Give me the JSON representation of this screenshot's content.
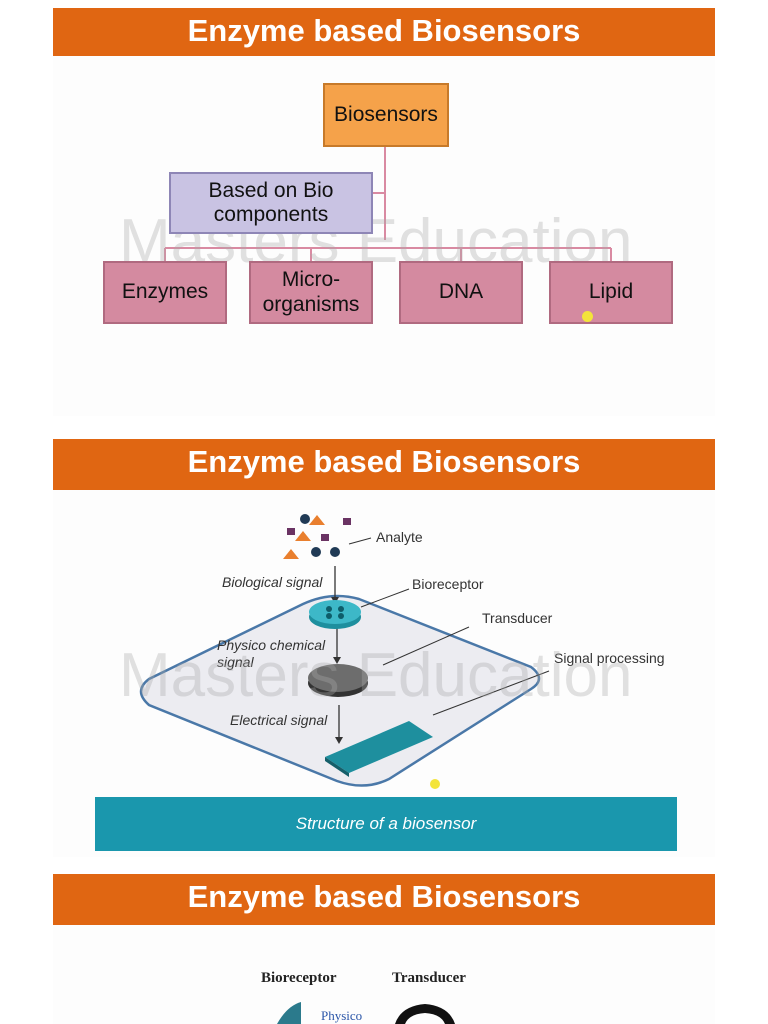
{
  "slides": [
    {
      "title": "Enzyme based Biosensors",
      "root": "Biosensors",
      "branch": "Based on Bio components",
      "leaves": [
        "Enzymes",
        "Micro-organisms",
        "DNA",
        "Lipid"
      ],
      "watermark": "Masters Education"
    },
    {
      "title": "Enzyme based Biosensors",
      "labels": {
        "analyte": "Analyte",
        "biological_signal": "Biological signal",
        "bioreceptor": "Bioreceptor",
        "transducer": "Transducer",
        "physico_chemical_signal": "Physico chemical signal",
        "signal_processing": "Signal processing",
        "electrical_signal": "Electrical signal"
      },
      "caption": "Structure of a biosensor",
      "watermark": "Masters Education"
    },
    {
      "title": "Enzyme based Biosensors",
      "labels": {
        "bioreceptor": "Bioreceptor",
        "transducer": "Transducer",
        "physico": "Physico"
      }
    }
  ],
  "colors": {
    "banner": "#e06612",
    "root_box": "#f5a24a",
    "branch_box": "#c9c3e3",
    "leaf_box": "#d48aa0",
    "caption_bar": "#1a97ad",
    "transducer_plate": "#1e8f9e"
  }
}
